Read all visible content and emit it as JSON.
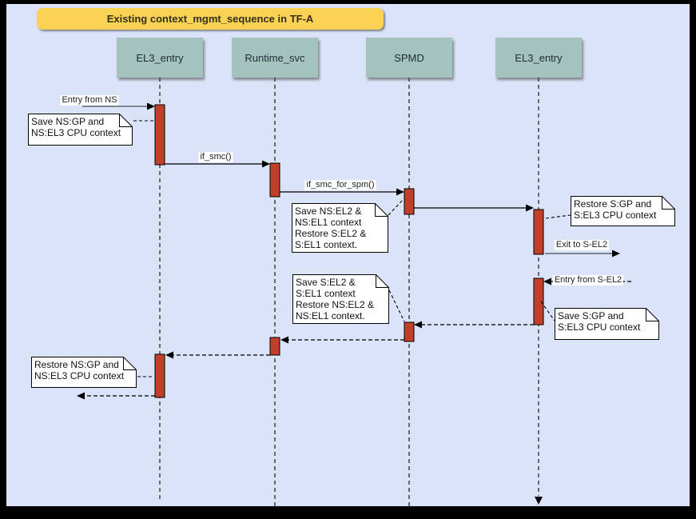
{
  "title": "Existing context_mgmt_sequence in TF-A",
  "actors": {
    "el3_entry_left": "EL3_entry",
    "runtime_svc": "Runtime_svc",
    "spmd": "SPMD",
    "el3_entry_right": "EL3_entry"
  },
  "messages": {
    "entry_from_ns": "Entry from NS",
    "if_smc": "if_smc()",
    "if_smc_for_spm": "if_smc_for_spm()",
    "exit_to_s_el2": "Exit to S-EL2",
    "entry_from_s_el2": "Entry from S-EL2"
  },
  "notes": {
    "save_ns_gp": "Save NS:GP and\nNS:EL3 CPU context",
    "save_ns_el2": "Save NS:EL2 &\nNS:EL1 context\nRestore S:EL2 &\nS:EL1 context.",
    "restore_s_gp": "Restore S:GP and\nS:EL3 CPU context",
    "save_s_gp": "Save S:GP and\nS:EL3 CPU context",
    "save_s_el2": "Save S:EL2 &\nS:EL1 context\nRestore NS:EL2 &\nNS:EL1 context.",
    "restore_ns_gp": "Restore NS:GP and\nNS:EL3 CPU context"
  },
  "colors": {
    "background": "#dbe3f8",
    "frame": "#000000",
    "title_fill": "#fcd254",
    "actor_fill": "#a4c3bf",
    "activation_fill": "#c0402b",
    "note_fill": "#ffffff",
    "line": "#000000",
    "entry_exit_line": "#5b6670"
  }
}
